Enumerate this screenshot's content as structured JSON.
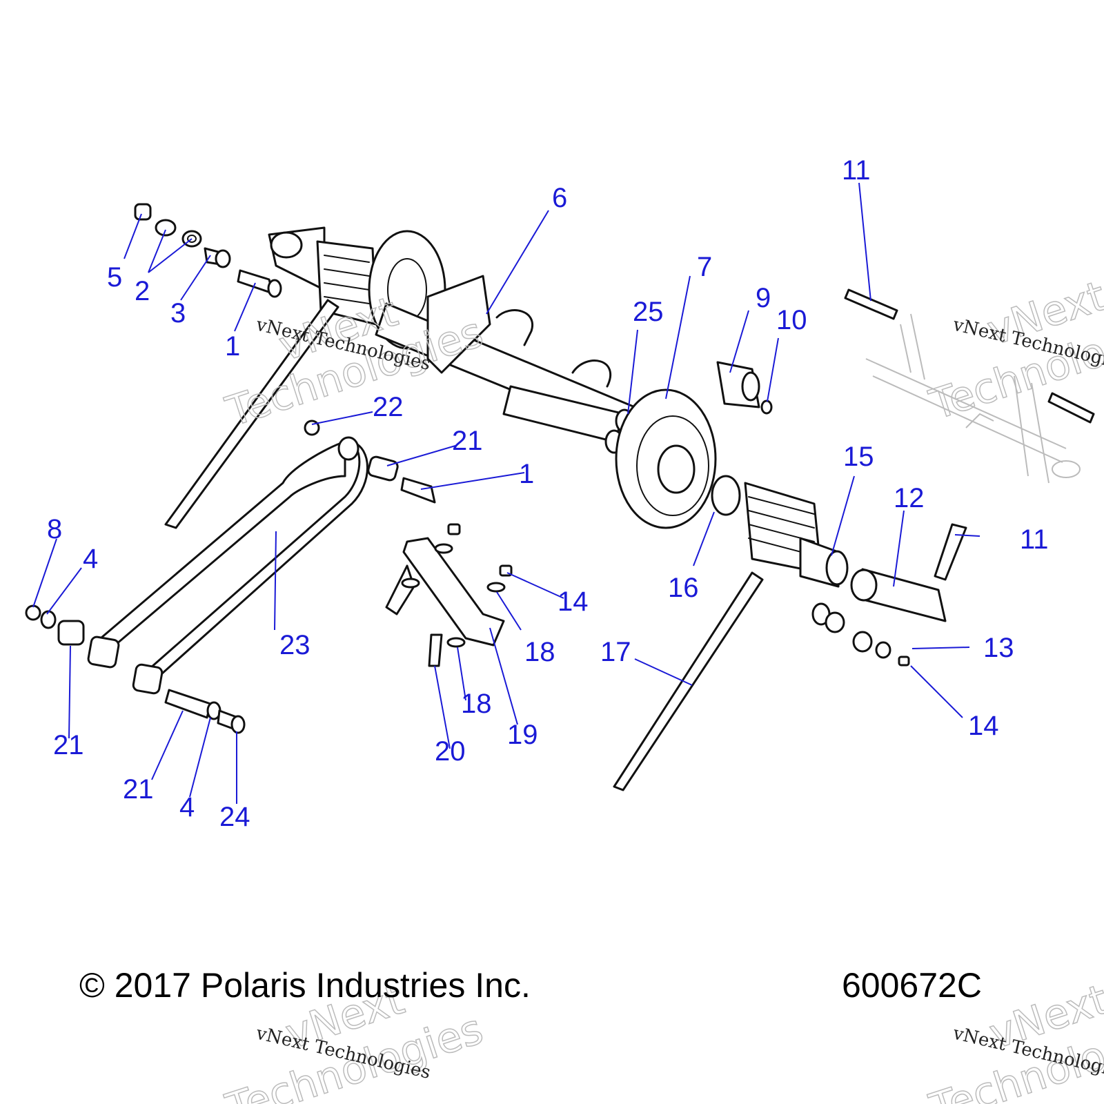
{
  "diagram": {
    "callouts": [
      {
        "id": "c-1a",
        "label": "1"
      },
      {
        "id": "c-1b",
        "label": "1"
      },
      {
        "id": "c-2",
        "label": "2"
      },
      {
        "id": "c-3",
        "label": "3"
      },
      {
        "id": "c-4a",
        "label": "4"
      },
      {
        "id": "c-4b",
        "label": "4"
      },
      {
        "id": "c-5",
        "label": "5"
      },
      {
        "id": "c-6",
        "label": "6"
      },
      {
        "id": "c-7",
        "label": "7"
      },
      {
        "id": "c-8",
        "label": "8"
      },
      {
        "id": "c-9",
        "label": "9"
      },
      {
        "id": "c-10",
        "label": "10"
      },
      {
        "id": "c-11a",
        "label": "11"
      },
      {
        "id": "c-11b",
        "label": "11"
      },
      {
        "id": "c-12",
        "label": "12"
      },
      {
        "id": "c-13",
        "label": "13"
      },
      {
        "id": "c-14a",
        "label": "14"
      },
      {
        "id": "c-14b",
        "label": "14"
      },
      {
        "id": "c-15",
        "label": "15"
      },
      {
        "id": "c-16",
        "label": "16"
      },
      {
        "id": "c-17",
        "label": "17"
      },
      {
        "id": "c-18a",
        "label": "18"
      },
      {
        "id": "c-18b",
        "label": "18"
      },
      {
        "id": "c-19",
        "label": "19"
      },
      {
        "id": "c-20",
        "label": "20"
      },
      {
        "id": "c-21a",
        "label": "21"
      },
      {
        "id": "c-21b",
        "label": "21"
      },
      {
        "id": "c-21c",
        "label": "21"
      },
      {
        "id": "c-22",
        "label": "22"
      },
      {
        "id": "c-23",
        "label": "23"
      },
      {
        "id": "c-24",
        "label": "24"
      },
      {
        "id": "c-25",
        "label": "25"
      }
    ],
    "copyright": "© 2017 Polaris Industries Inc.",
    "diagram_number": "600672C",
    "watermark_small": "vNext Technologies",
    "watermark_big_1": "vNext",
    "watermark_big_2": "Technologies",
    "label_color": "#1a1ad6"
  }
}
